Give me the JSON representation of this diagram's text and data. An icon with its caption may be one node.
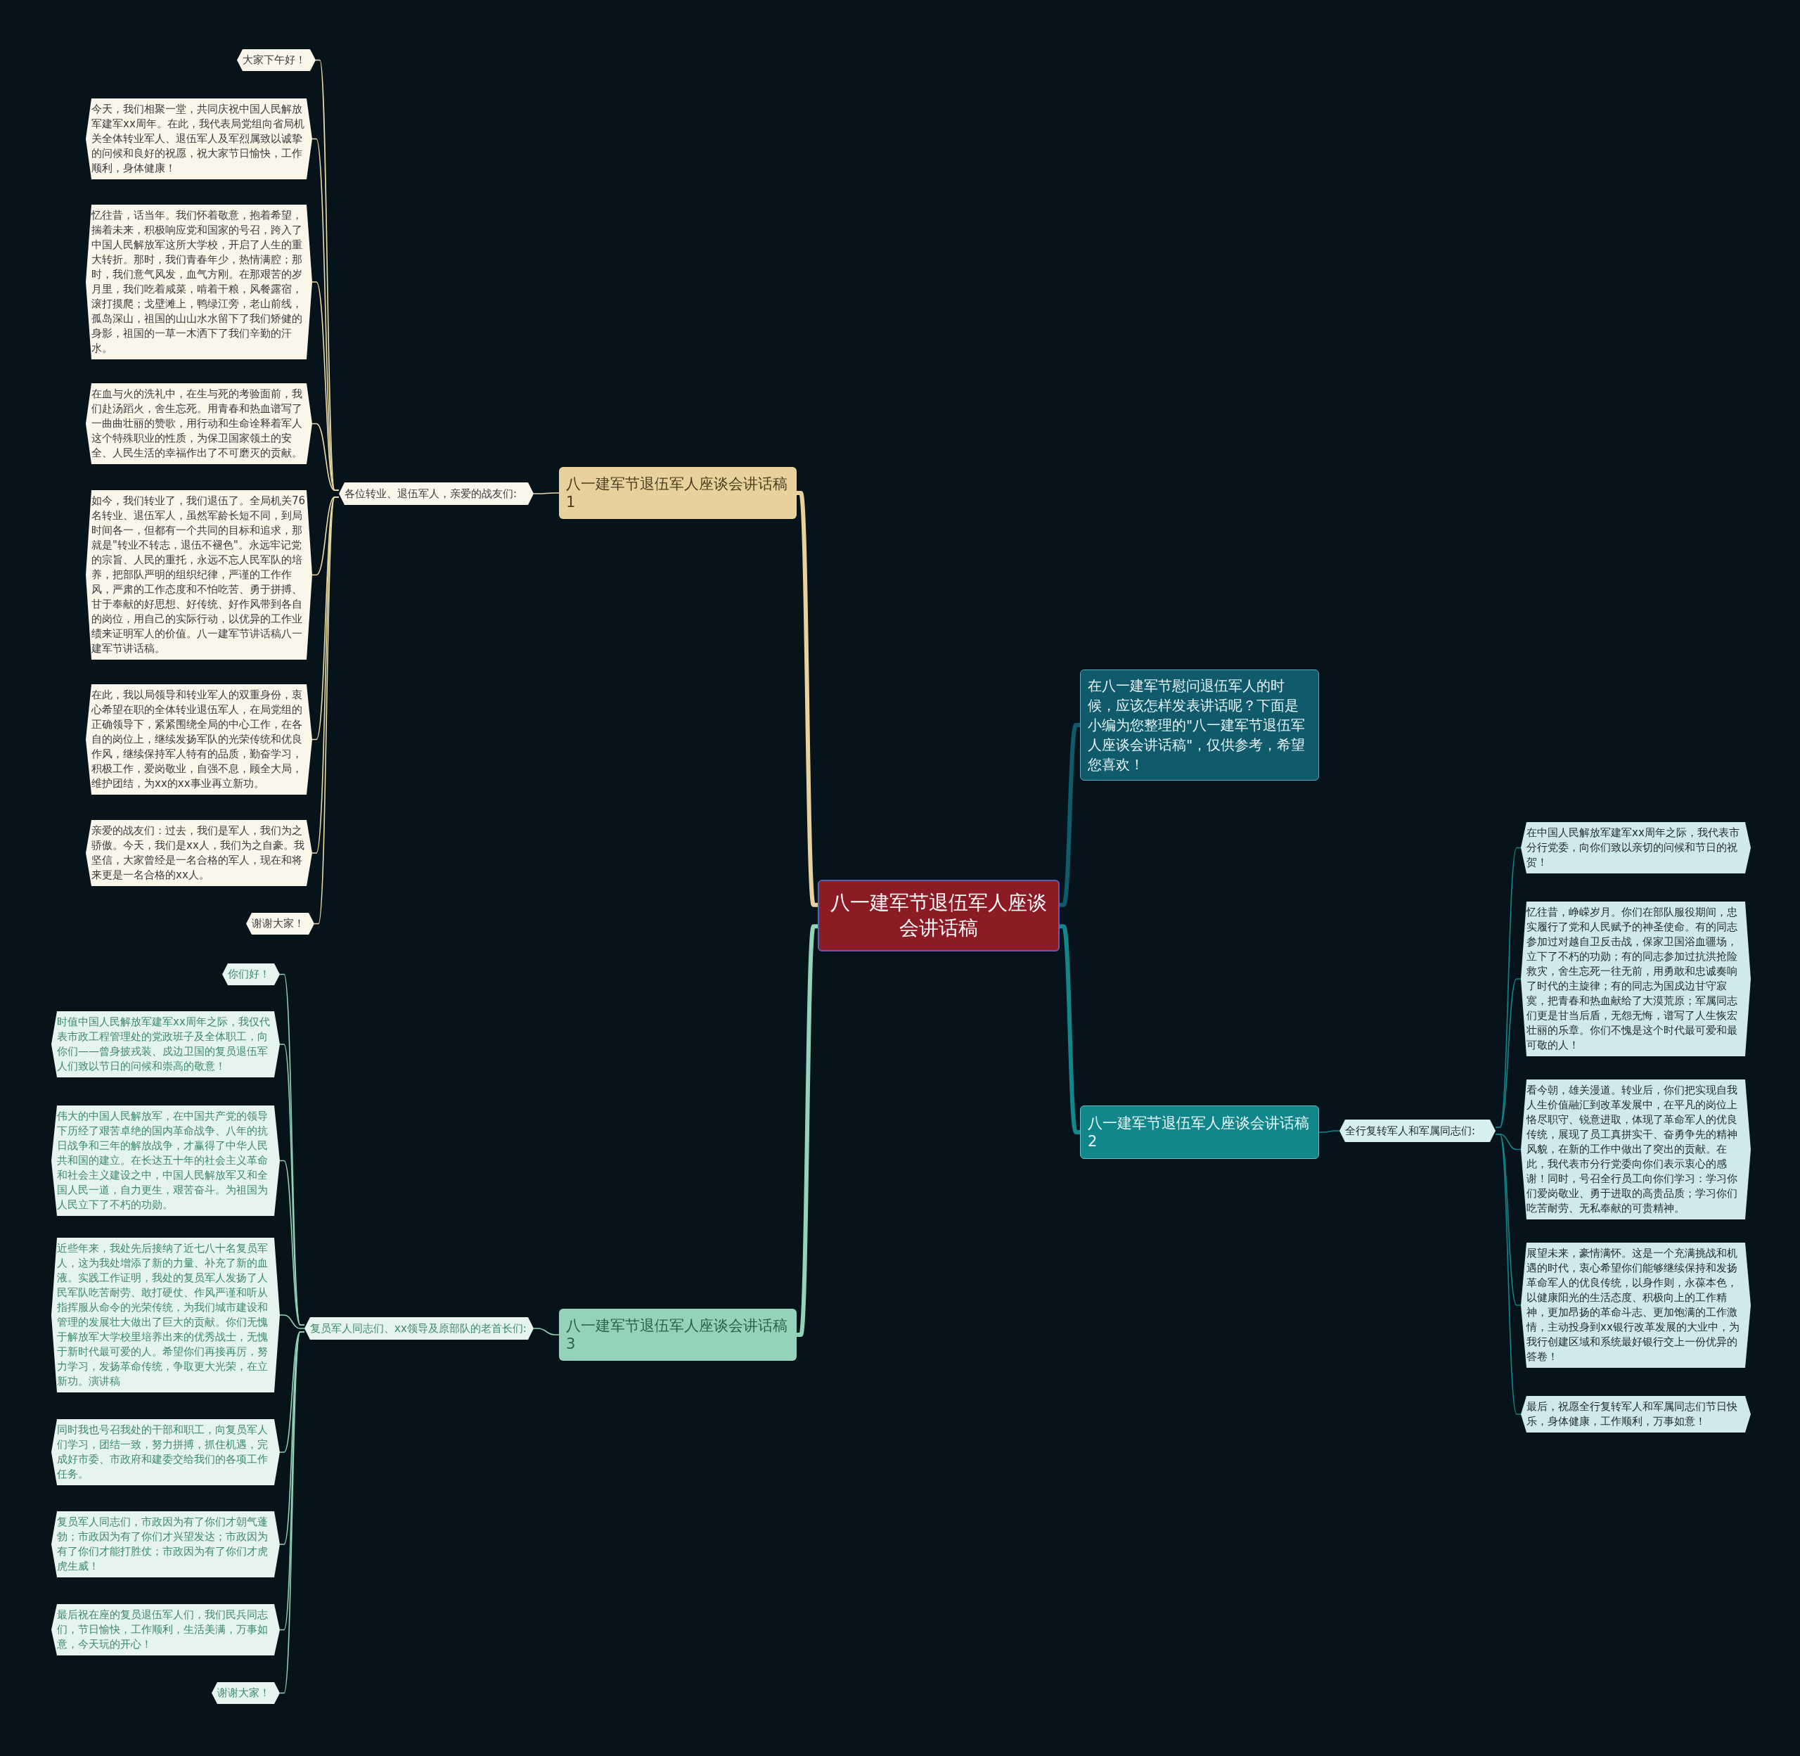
{
  "diagram": {
    "nodes": [
      {
        "text": [
          "八一建军节退伍军人座谈会讲话稿"
        ]
      },
      {
        "text": [
          "八一建军节退伍军人座谈会讲话稿1"
        ]
      },
      {
        "text": [
          "各位转业、退伍军人，亲爱的战友们:"
        ]
      },
      {
        "text": [
          "大家下午好！"
        ]
      },
      {
        "text": [
          "今天，我们相聚一堂，共同庆祝中国人民解放军建军xx周年。在此，我代表局党组向省局机关全体转业军人、退伍军人及军烈属致以诚挚的问候和良好的祝愿，祝大家节日愉快，工作顺利，身体健康！"
        ]
      },
      {
        "text": [
          "忆往昔，话当年。我们怀着敬意，抱着希望，揣着未来，积极响应党和国家的号召，跨入了中国人民解放军这所大学校，开启了人生的重大转折。那时，我们青春年少，热情满腔；那时，我们意气风发，血气方刚。在那艰苦的岁月里，我们吃着咸菜，啃着干粮，风餐露宿，滚打摸爬；戈壁滩上，鸭绿江旁，老山前线，孤岛深山，祖国的山山水水留下了我们矫健的身影，祖国的一草一木洒下了我们辛勤的汗水。"
        ]
      },
      {
        "text": [
          "在血与火的洗礼中，在生与死的考验面前，我们赴汤蹈火，舍生忘死。用青春和热血谱写了一曲曲壮丽的赞歌，用行动和生命诠释着军人这个特殊职业的性质，为保卫国家领土的安全、人民生活的幸福作出了不可磨灭的贡献。"
        ]
      },
      {
        "text": [
          "如今，我们转业了，我们退伍了。全局机关76名转业、退伍军人，虽然军龄长短不同，到局时间各一，但都有一个共同的目标和追求，那就是\"转业不转志，退伍不褪色\"。永远牢记党的宗旨、人民的重托，永远不忘人民军队的培养，把部队严明的组织纪律，严谨的工作作风，严肃的工作态度和不怕吃苦、勇于拼搏、甘于奉献的好思想、好传统、好作风带到各自的岗位，用自己的实际行动，以优异的工作业绩来证明军人的价值。八一建军节讲话稿八一建军节讲话稿。"
        ]
      },
      {
        "text": [
          "在此，我以局领导和转业军人的双重身份，衷心希望在职的全体转业退伍军人，在局党组的正确领导下，紧紧围绕全局的中心工作，在各自的岗位上，继续发扬军队的光荣传统和优良作风，继续保持军人特有的品质，勤奋学习，积极工作，爱岗敬业，自强不息，顾全大局，维护团结，为xx的xx事业再立新功。"
        ]
      },
      {
        "text": [
          "亲爱的战友们：过去，我们是军人，我们为之骄傲。今天，我们是xx人，我们为之自豪。我坚信，大家曾经是一名合格的军人，现在和将来更是一名合格的xx人。"
        ]
      },
      {
        "text": [
          "谢谢大家！"
        ]
      },
      {
        "text": [
          "在八一建军节慰问退伍军人的时候，应该怎样发表讲话呢？下面是小编为您整理的\"八一建军节退伍军人座谈会讲话稿\"，仅供参考，希望您喜欢！"
        ]
      },
      {
        "text": [
          "八一建军节退伍军人座谈会讲话稿2"
        ]
      },
      {
        "text": [
          "全行复转军人和军属同志们:"
        ]
      },
      {
        "text": [
          "在中国人民解放军建军xx周年之际，我代表市分行党委，向你们致以亲切的问候和节日的祝贺！"
        ]
      },
      {
        "text": [
          "忆往昔，峥嵘岁月。你们在部队服役期间，忠实履行了党和人民赋予的神圣使命。有的同志参加过对越自卫反击战，保家卫国浴血疆场，立下了不朽的功勋；有的同志参加过抗洪抢险救灾，舍生忘死一往无前，用勇敢和忠诚奏响了时代的主旋律；有的同志为国戍边甘守寂寞，把青春和热血献给了大漠荒原；军属同志们更是甘当后盾，无怨无悔，谱写了人生恢宏壮丽的乐章。你们不愧是这个时代最可爱和最可敬的人！"
        ]
      },
      {
        "text": [
          "看今朝，雄关漫道。转业后，你们把实现自我人生价值融汇到改革发展中，在平凡的岗位上恪尽职守、锐意进取，体现了革命军人的优良传统，展现了员工真拼实干、奋勇争先的精神风貌，在新的工作中做出了突出的贡献。在此，我代表市分行党委向你们表示衷心的感谢！同时，号召全行员工向你们学习：学习你们爱岗敬业、勇于进取的高贵品质；学习你们吃苦耐劳、无私奉献的可贵精神。"
        ]
      },
      {
        "text": [
          "展望未来，豪情满怀。这是一个充满挑战和机遇的时代，衷心希望你们能够继续保持和发扬革命军人的优良传统，以身作则，永葆本色，以健康阳光的生活态度、积极向上的工作精神，更加昂扬的革命斗志、更加饱满的工作激情，主动投身到xx银行改革发展的大业中，为我行创建区域和系统最好银行交上一份优异的答卷！"
        ]
      },
      {
        "text": [
          "最后，祝愿全行复转军人和军属同志们节日快乐，身体健康，工作顺利，万事如意！"
        ]
      },
      {
        "text": [
          "八一建军节退伍军人座谈会讲话稿3"
        ]
      },
      {
        "text": [
          "复员军人同志们、xx领导及原部队的老首长们:"
        ]
      },
      {
        "text": [
          "你们好！"
        ]
      },
      {
        "text": [
          "时值中国人民解放军建军xx周年之际，我仅代表市政工程管理处的党政班子及全体职工，向你们——曾身披戎装、戍边卫国的复员退伍军人们致以节日的问候和崇高的敬意！"
        ]
      },
      {
        "text": [
          "伟大的中国人民解放军，在中国共产党的领导下历经了艰苦卓绝的国内革命战争、八年的抗日战争和三年的解放战争，才赢得了中华人民共和国的建立。在长达五十年的社会主义革命和社会主义建设之中，中国人民解放军又和全国人民一道，自力更生，艰苦奋斗。为祖国为人民立下了不朽的功勋。"
        ]
      },
      {
        "text": [
          "近些年来，我处先后接纳了近七八十名复员军人，这为我处增添了新的力量、补充了新的血液。实践工作证明，我处的复员军人发扬了人民军队吃苦耐劳、敢打硬仗、作风严谨和听从指挥服从命令的光荣传统，为我们城市建设和管理的发展壮大做出了巨大的贡献。你们无愧于解放军大学校里培养出来的优秀战士，无愧于新时代最可爱的人。希望你们再接再厉，努力学习，发扬革命传统，争取更大光荣，在立新功。演讲稿"
        ]
      },
      {
        "text": [
          "同时我也号召我处的干部和职工，向复员军人们学习，团结一致，努力拼搏，抓住机遇，完成好市委、市政府和建委交给我们的各项工作任务。"
        ]
      },
      {
        "text": [
          "复员军人同志们，市政因为有了你们才朝气蓬勃；市政因为有了你们才兴望发达；市政因为有了你们才能打胜仗；市政因为有了你们才虎虎生威！"
        ]
      },
      {
        "text": [
          "最后祝在座的复员退伍军人们，我们民兵同志们，节日愉快，工作顺利，生活美满，万事如意，今天玩的开心！"
        ]
      },
      {
        "text": [
          "谢谢大家！"
        ]
      }
    ],
    "edges": [
      {
        "from": 0,
        "to": 1,
        "arrow": "none",
        "style": "thick",
        "color": "#e7d29d"
      },
      {
        "from": 1,
        "to": 2,
        "arrow": "none",
        "color": "#eadba8"
      },
      {
        "from": 2,
        "to": 3,
        "arrow": "none",
        "color": "#eadba8"
      },
      {
        "from": 2,
        "to": 4,
        "arrow": "none",
        "color": "#eadba8"
      },
      {
        "from": 2,
        "to": 5,
        "arrow": "none",
        "color": "#eadba8"
      },
      {
        "from": 2,
        "to": 6,
        "arrow": "none",
        "color": "#eadba8"
      },
      {
        "from": 2,
        "to": 7,
        "arrow": "none",
        "color": "#eadba8"
      },
      {
        "from": 2,
        "to": 8,
        "arrow": "none",
        "color": "#eadba8"
      },
      {
        "from": 2,
        "to": 9,
        "arrow": "none",
        "color": "#eadba8"
      },
      {
        "from": 2,
        "to": 10,
        "arrow": "none",
        "color": "#eadba8"
      },
      {
        "from": 0,
        "to": 11,
        "arrow": "none",
        "style": "thick",
        "color": "#0f5a6b"
      },
      {
        "from": 0,
        "to": 12,
        "arrow": "none",
        "style": "thick",
        "color": "#12878b"
      },
      {
        "from": 12,
        "to": 13,
        "arrow": "none",
        "color": "#12878b"
      },
      {
        "from": 13,
        "to": 14,
        "arrow": "none",
        "color": "#12878b"
      },
      {
        "from": 13,
        "to": 15,
        "arrow": "none",
        "color": "#12878b"
      },
      {
        "from": 13,
        "to": 16,
        "arrow": "none",
        "color": "#12878b"
      },
      {
        "from": 13,
        "to": 17,
        "arrow": "none",
        "color": "#12878b"
      },
      {
        "from": 13,
        "to": 18,
        "arrow": "none",
        "color": "#12878b"
      },
      {
        "from": 0,
        "to": 19,
        "arrow": "none",
        "style": "thick",
        "color": "#94d3b9"
      },
      {
        "from": 19,
        "to": 20,
        "arrow": "none",
        "color": "#94d3b9"
      },
      {
        "from": 20,
        "to": 21,
        "arrow": "none",
        "color": "#94d3b9"
      },
      {
        "from": 20,
        "to": 22,
        "arrow": "none",
        "color": "#94d3b9"
      },
      {
        "from": 20,
        "to": 23,
        "arrow": "none",
        "color": "#94d3b9"
      },
      {
        "from": 20,
        "to": 24,
        "arrow": "none",
        "color": "#94d3b9"
      },
      {
        "from": 20,
        "to": 25,
        "arrow": "none",
        "color": "#94d3b9"
      },
      {
        "from": 20,
        "to": 26,
        "arrow": "none",
        "color": "#94d3b9"
      },
      {
        "from": 20,
        "to": 27,
        "arrow": "none",
        "color": "#94d3b9"
      },
      {
        "from": 20,
        "to": 28,
        "arrow": "none",
        "color": "#94d3b9"
      }
    ]
  }
}
